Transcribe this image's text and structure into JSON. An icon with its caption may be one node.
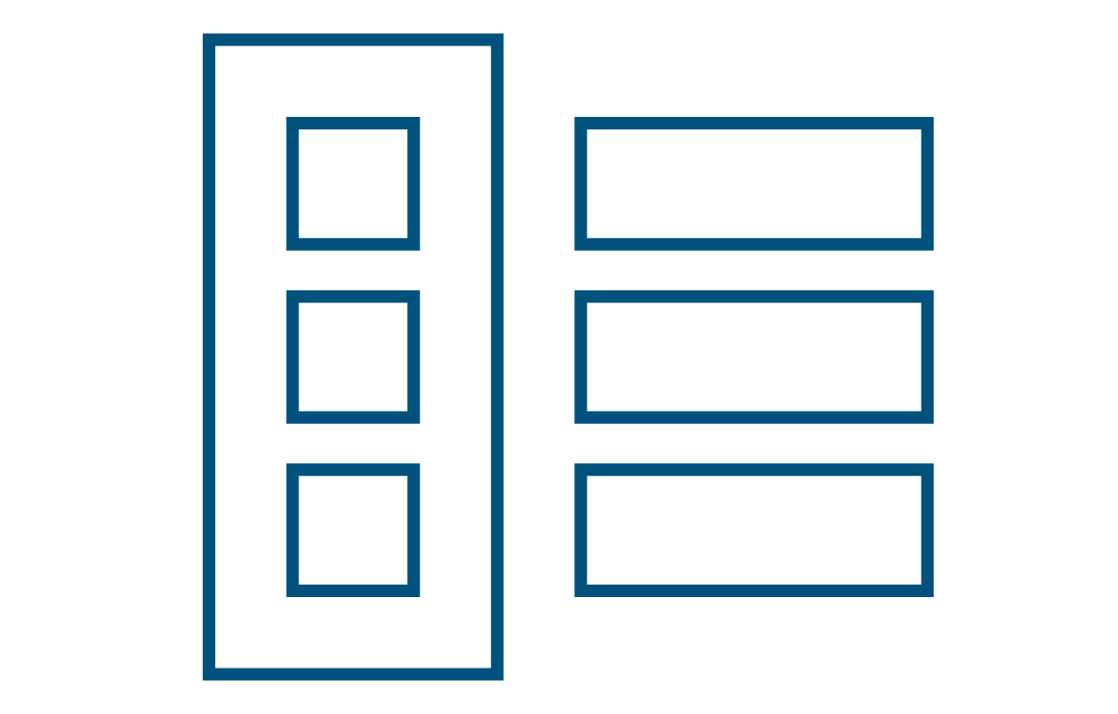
{
  "diagram": {
    "nodes": [
      {
        "text": [],
        "shape": "box"
      },
      {
        "text": [],
        "shape": "box",
        "in": 0
      },
      {
        "text": [],
        "shape": "box",
        "in": 0
      },
      {
        "text": [],
        "shape": "box",
        "in": 0
      },
      {
        "text": [],
        "shape": "bar"
      },
      {
        "text": [],
        "shape": "bar"
      },
      {
        "text": [],
        "shape": "bar"
      }
    ],
    "edges": []
  }
}
